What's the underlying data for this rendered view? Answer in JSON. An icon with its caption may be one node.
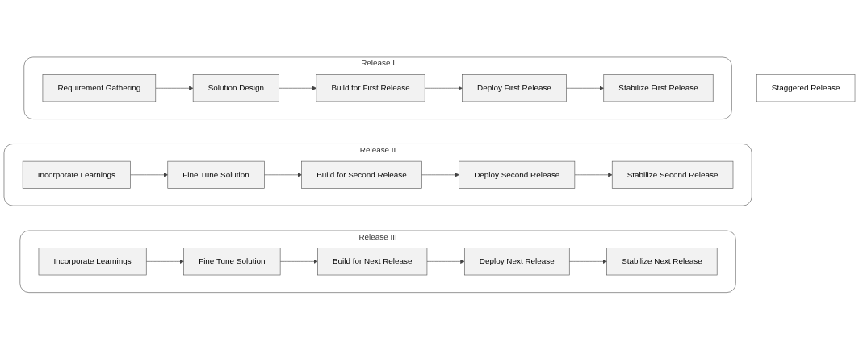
{
  "diagram": {
    "nodes": [
      {
        "text": [
          "Release I"
        ]
      },
      {
        "text": [
          "Requirement Gathering"
        ],
        "in": 0
      },
      {
        "text": [
          "Solution Design"
        ],
        "in": 0
      },
      {
        "text": [
          "Build for First Release"
        ],
        "in": 0
      },
      {
        "text": [
          "Deploy First Release"
        ],
        "in": 0
      },
      {
        "text": [
          "Stabilize First Release"
        ],
        "in": 0
      },
      {
        "text": [
          "Release II"
        ]
      },
      {
        "text": [
          "Incorporate Learnings"
        ],
        "in": 6
      },
      {
        "text": [
          "Fine Tune Solution"
        ],
        "in": 6
      },
      {
        "text": [
          "Build for Second Release"
        ],
        "in": 6
      },
      {
        "text": [
          "Deploy Second Release"
        ],
        "in": 6
      },
      {
        "text": [
          "Stabilize Second Release"
        ],
        "in": 6
      },
      {
        "text": [
          "Release III"
        ]
      },
      {
        "text": [
          "Incorporate Learnings"
        ],
        "in": 12
      },
      {
        "text": [
          "Fine Tune Solution"
        ],
        "in": 12
      },
      {
        "text": [
          "Build for Next Release"
        ],
        "in": 12
      },
      {
        "text": [
          "Deploy Next Release"
        ],
        "in": 12
      },
      {
        "text": [
          "Stabilize Next Release"
        ],
        "in": 12
      },
      {
        "text": [
          "Staggered Release"
        ]
      }
    ],
    "edges": [
      {
        "from": 1,
        "to": 2,
        "arrow": "to"
      },
      {
        "from": 2,
        "to": 3,
        "arrow": "to"
      },
      {
        "from": 3,
        "to": 4,
        "arrow": "to"
      },
      {
        "from": 4,
        "to": 5,
        "arrow": "to"
      },
      {
        "from": 7,
        "to": 8,
        "arrow": "to"
      },
      {
        "from": 8,
        "to": 9,
        "arrow": "to"
      },
      {
        "from": 9,
        "to": 10,
        "arrow": "to"
      },
      {
        "from": 10,
        "to": 11,
        "arrow": "to"
      },
      {
        "from": 13,
        "to": 14,
        "arrow": "to"
      },
      {
        "from": 14,
        "to": 15,
        "arrow": "to"
      },
      {
        "from": 15,
        "to": 16,
        "arrow": "to"
      },
      {
        "from": 16,
        "to": 17,
        "arrow": "to"
      }
    ]
  }
}
